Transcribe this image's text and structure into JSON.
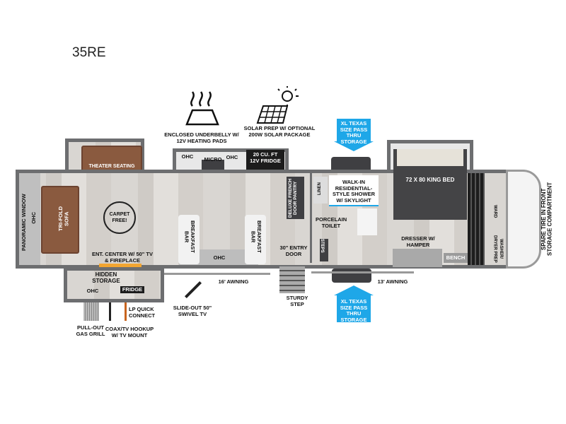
{
  "model": "35RE",
  "features": {
    "underbelly": "ENCLOSED UNDERBELLY W/ 12V HEATING PADS",
    "solar": "SOLAR PREP W/ OPTIONAL 200W SOLAR PACKAGE",
    "pass_thru_top": "XL TEXAS SIZE PASS THRU STORAGE",
    "pass_thru_bottom": "XL TEXAS SIZE PASS THRU STORAGE"
  },
  "rooms": {
    "theater": "THEATER SEATING",
    "ohc_kitchen1": "OHC",
    "micro": "MICRO",
    "ohc_kitchen2": "OHC",
    "fridge": "20 CU. FT 12V FRIDGE",
    "panoramic": "PANORAMIC WINDOW",
    "ohc_front": "OHC",
    "sofa": "TRI-FOLD SOFA",
    "carpet": "CARPET FREE!",
    "ent": "ENT. CENTER W/ 50\" TV & FIREPLACE",
    "bar1": "BREAKFAST BAR",
    "bar2": "BREAKFAST BAR",
    "ohc_island": "OHC",
    "pantry": "DELUXE FRENCH DOOR PANTRY",
    "linen": "LINEN",
    "shower": "WALK-IN RESIDENTIAL-STYLE SHOWER W/ SKYLIGHT",
    "toilet": "PORCELAIN TOILET",
    "steps": "STEPS",
    "entry": "30\" ENTRY DOOR",
    "bed": "72 X 80 KING BED",
    "dresser": "DRESSER W/ HAMPER",
    "bench": "BENCH",
    "ward": "WARD",
    "washer": "WASHER/ DRYER PREP",
    "spare": "SPARE TIRE IN FRONT STORAGE COMPARTMENT",
    "hidden": "HIDDEN STORAGE",
    "ohc_out": "OHC",
    "fridge_out": "FRIDGE"
  },
  "exterior": {
    "awning16": "16' AWNING",
    "awning13": "13' AWNING",
    "grill": "PULL-OUT GAS GRILL",
    "coax": "COAX/TV HOOKUP W/ TV MOUNT",
    "lp": "LP QUICK CONNECT",
    "swivel": "SLIDE-OUT 50\" SWIVEL TV",
    "step": "STURDY STEP"
  },
  "colors": {
    "accent": "#1ea7e8",
    "wall": "#6d6e70",
    "sofa": "#8a5a3f"
  }
}
